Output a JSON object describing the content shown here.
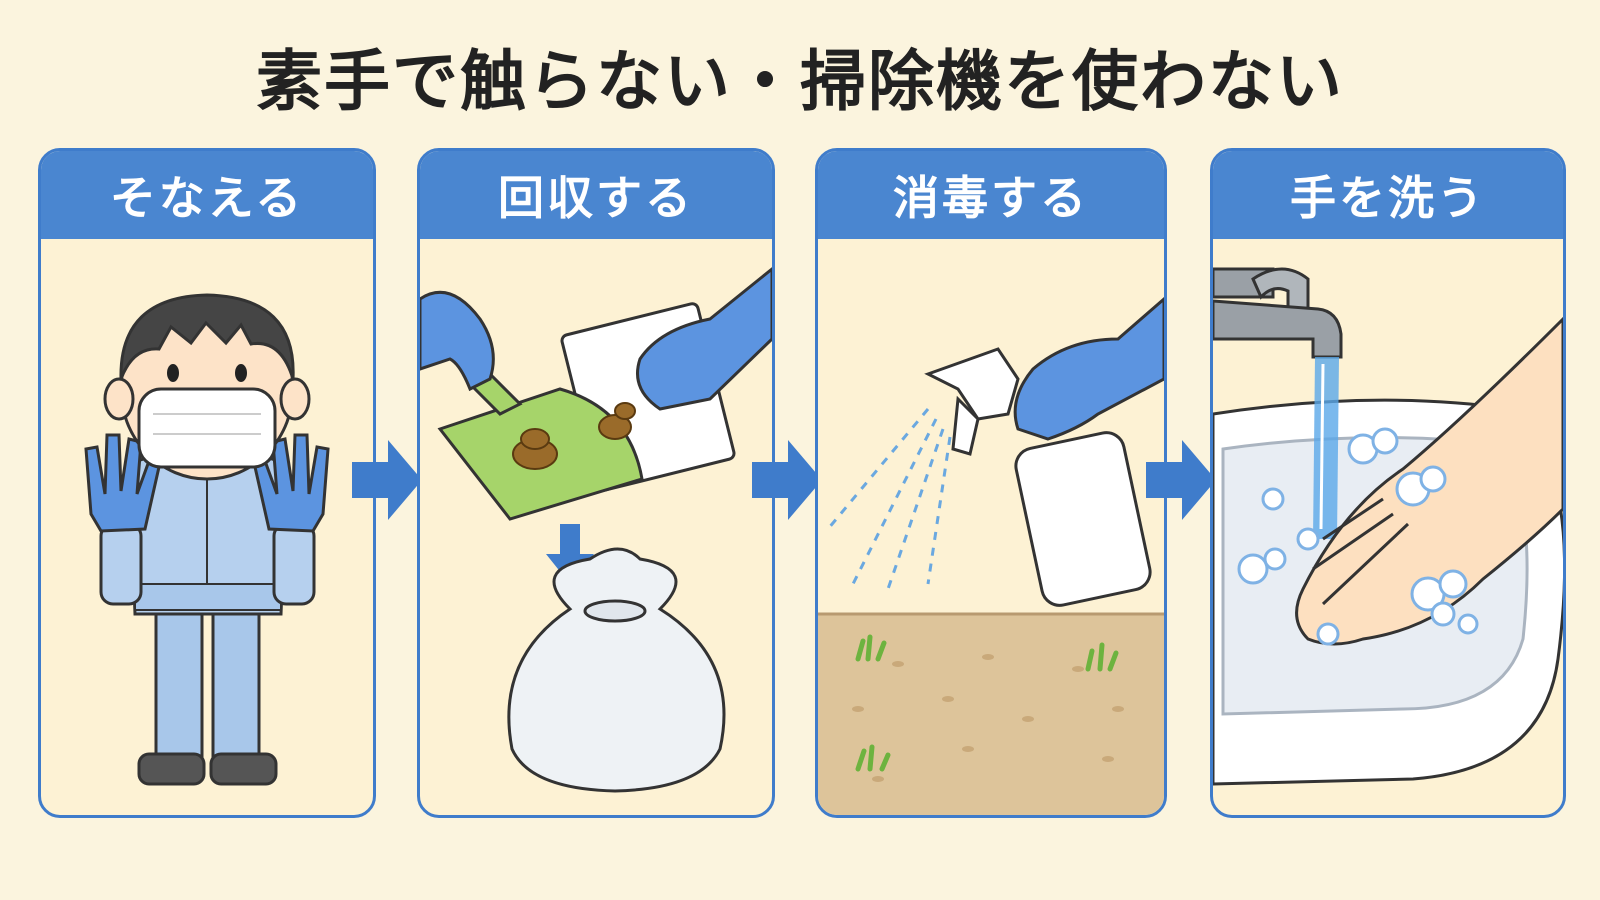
{
  "title": "素手で触らない・掃除機を使わない",
  "steps": [
    {
      "label": "そなえる",
      "icon": "person-mask-gloves-icon"
    },
    {
      "label": "回収する",
      "icon": "dustpan-bag-icon"
    },
    {
      "label": "消毒する",
      "icon": "spray-bottle-icon"
    },
    {
      "label": "手を洗う",
      "icon": "handwash-sink-icon"
    }
  ],
  "colors": {
    "accent": "#4a86d0",
    "background": "#fbf4de",
    "glove": "#5c94e0"
  }
}
